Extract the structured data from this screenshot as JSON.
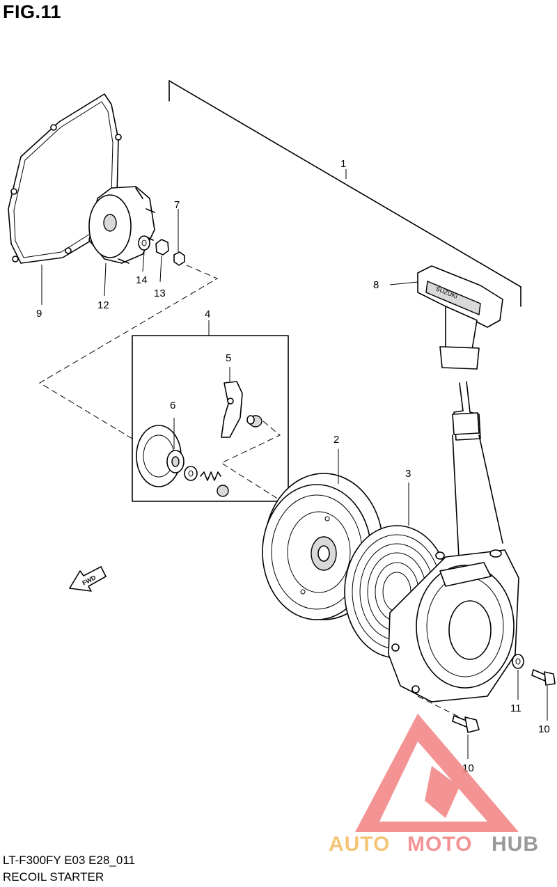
{
  "figure_title": "FIG.11",
  "footer": {
    "model_code": "LT-F300FY E03 E28_011",
    "assembly_name": "RECOIL STARTER"
  },
  "callouts": {
    "c1": "1",
    "c2": "2",
    "c3": "3",
    "c4": "4",
    "c5": "5",
    "c6": "6",
    "c7": "7",
    "c8": "8",
    "c9": "9",
    "c10a": "10",
    "c10b": "10",
    "c11": "11",
    "c12": "12",
    "c13": "13",
    "c14": "14"
  },
  "fwd_arrow_label": "FWD",
  "handle_emblem": "SUZUKI",
  "watermark": {
    "text_part1": "AUTO",
    "text_part2": "MOTO",
    "text_part3": "HUB",
    "colors": {
      "orange": "#f2b24a",
      "red": "#f07070",
      "grey": "#777777"
    }
  }
}
